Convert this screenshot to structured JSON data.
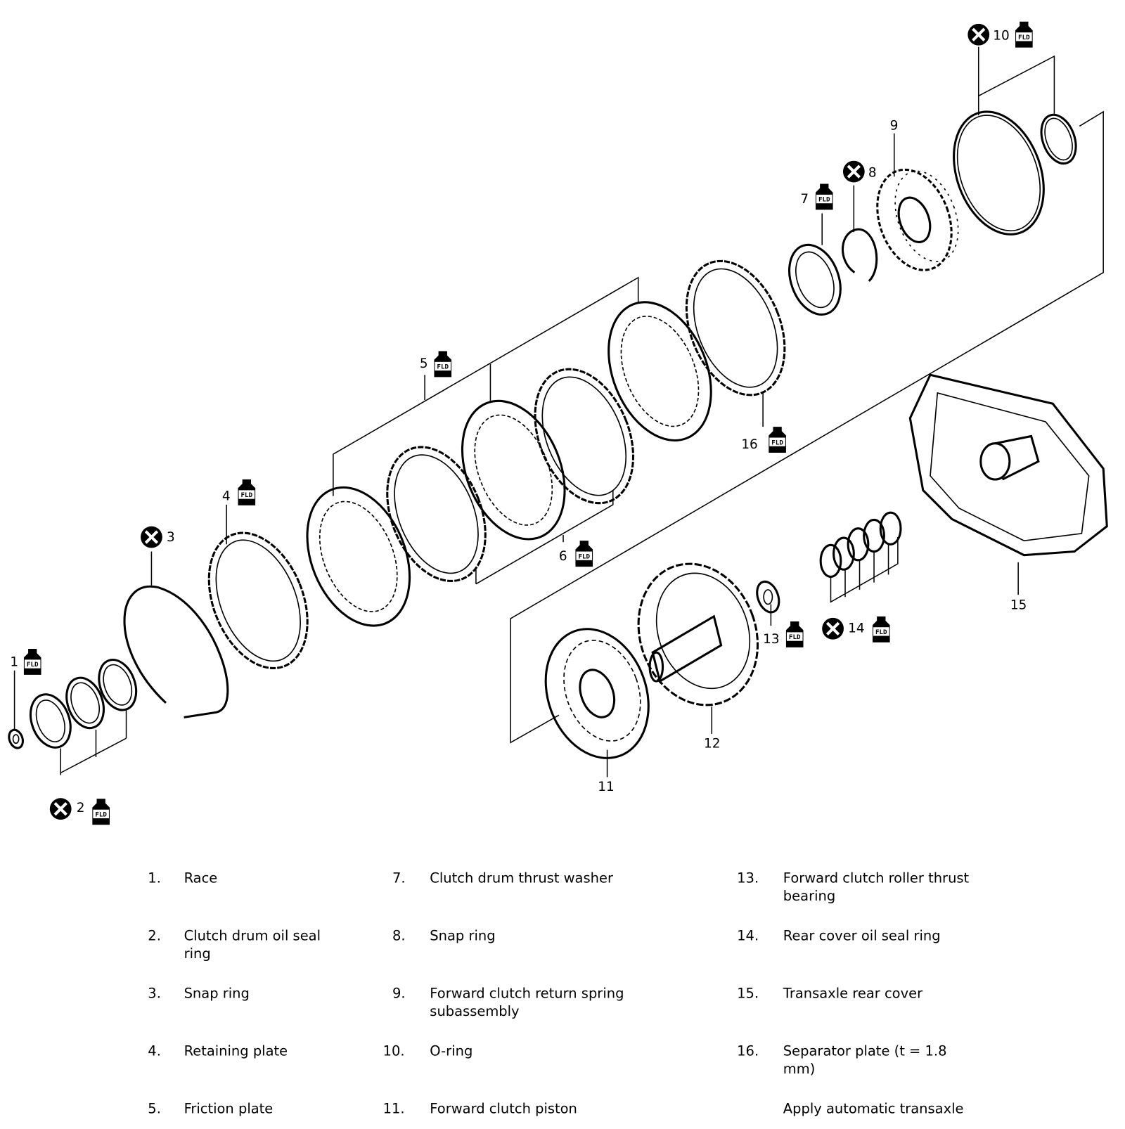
{
  "callouts": {
    "c1": "1",
    "c2": "2",
    "c3": "3",
    "c4": "4",
    "c5": "5",
    "c6": "6",
    "c7": "7",
    "c8": "8",
    "c9": "9",
    "c10": "10",
    "c11": "11",
    "c12": "12",
    "c13": "13",
    "c14": "14",
    "c15": "15",
    "c16": "16"
  },
  "icons": {
    "do_not_reuse": "x-circle-icon",
    "fluid": "fld-bottle-icon",
    "fluid_text": "FLD"
  },
  "legend": [
    {
      "num": "1.",
      "text": "Race",
      "text2": ""
    },
    {
      "num": "2.",
      "text": "Clutch drum oil seal",
      "text2": "ring"
    },
    {
      "num": "3.",
      "text": "Snap ring",
      "text2": ""
    },
    {
      "num": "4.",
      "text": "Retaining plate",
      "text2": ""
    },
    {
      "num": "5.",
      "text": "Friction plate",
      "text2": ""
    },
    {
      "num": "7.",
      "text": "Clutch drum thrust washer",
      "text2": ""
    },
    {
      "num": "8.",
      "text": "Snap ring",
      "text2": ""
    },
    {
      "num": "9.",
      "text": "Forward clutch return spring",
      "text2": "subassembly"
    },
    {
      "num": "10.",
      "text": "O-ring",
      "text2": ""
    },
    {
      "num": "11.",
      "text": "Forward clutch piston",
      "text2": ""
    },
    {
      "num": "13.",
      "text": "Forward clutch roller thrust",
      "text2": "bearing"
    },
    {
      "num": "14.",
      "text": "Rear cover oil seal ring",
      "text2": ""
    },
    {
      "num": "15.",
      "text": "Transaxle rear cover",
      "text2": ""
    },
    {
      "num": "16.",
      "text": "Separator plate (t = 1.8",
      "text2": "mm)"
    },
    {
      "num": "",
      "text": "Apply automatic transaxle",
      "text2": ""
    }
  ]
}
